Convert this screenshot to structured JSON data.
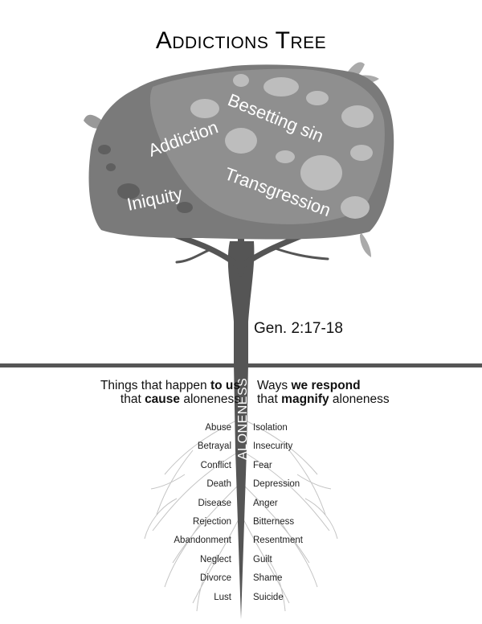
{
  "title": "Addictions Tree",
  "canopy_labels": {
    "besetting": "Besetting sin",
    "addiction": "Addiction",
    "iniquity": "Iniquity",
    "transgression": "Transgression"
  },
  "trunk_label": "ALONENESS",
  "reference": "Gen. 2:17-18",
  "left_heading": {
    "l1_pre": "Things that happen ",
    "l1_bold": "to us",
    "l2_pre": "that ",
    "l2_bold": "cause",
    "l2_post": " aloneness"
  },
  "right_heading": {
    "l1_pre": "Ways ",
    "l1_bold": "we respond",
    "l2_pre": "that ",
    "l2_bold": "magnify",
    "l2_post": " aloneness"
  },
  "causes": [
    "Abuse",
    "Betrayal",
    "Conflict",
    "Death",
    "Disease",
    "Rejection",
    "Abandonment",
    "Neglect",
    "Divorce",
    "Lust"
  ],
  "responses": [
    "Isolation",
    "Insecurity",
    "Fear",
    "Depression",
    "Anger",
    "Bitterness",
    "Resentment",
    "Guilt",
    "Shame",
    "Suicide"
  ],
  "colors": {
    "trunk": "#555555",
    "canopy_dark": "#777777",
    "canopy_mid": "#8e8e8e",
    "canopy_light": "#bcbcbc",
    "ground": "#555555",
    "roots": "#c4c4c4"
  }
}
